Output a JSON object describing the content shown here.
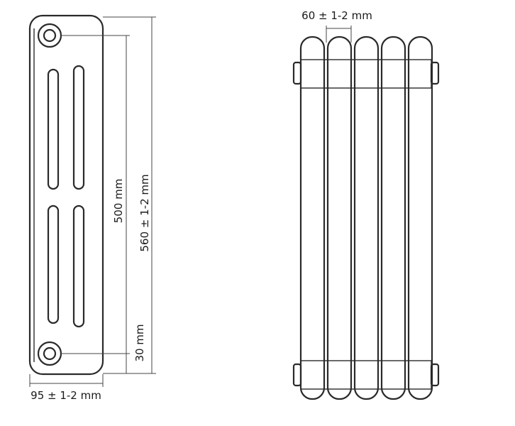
{
  "front_view": {
    "height_total_label": "560 ± 1-2 mm",
    "axis_distance_label": "500 mm",
    "bottom_offset_label": "30 mm",
    "depth_label": "95 ± 1-2 mm"
  },
  "side_view": {
    "section_width_label": "60 ± 1-2 mm",
    "section_count": 5
  }
}
